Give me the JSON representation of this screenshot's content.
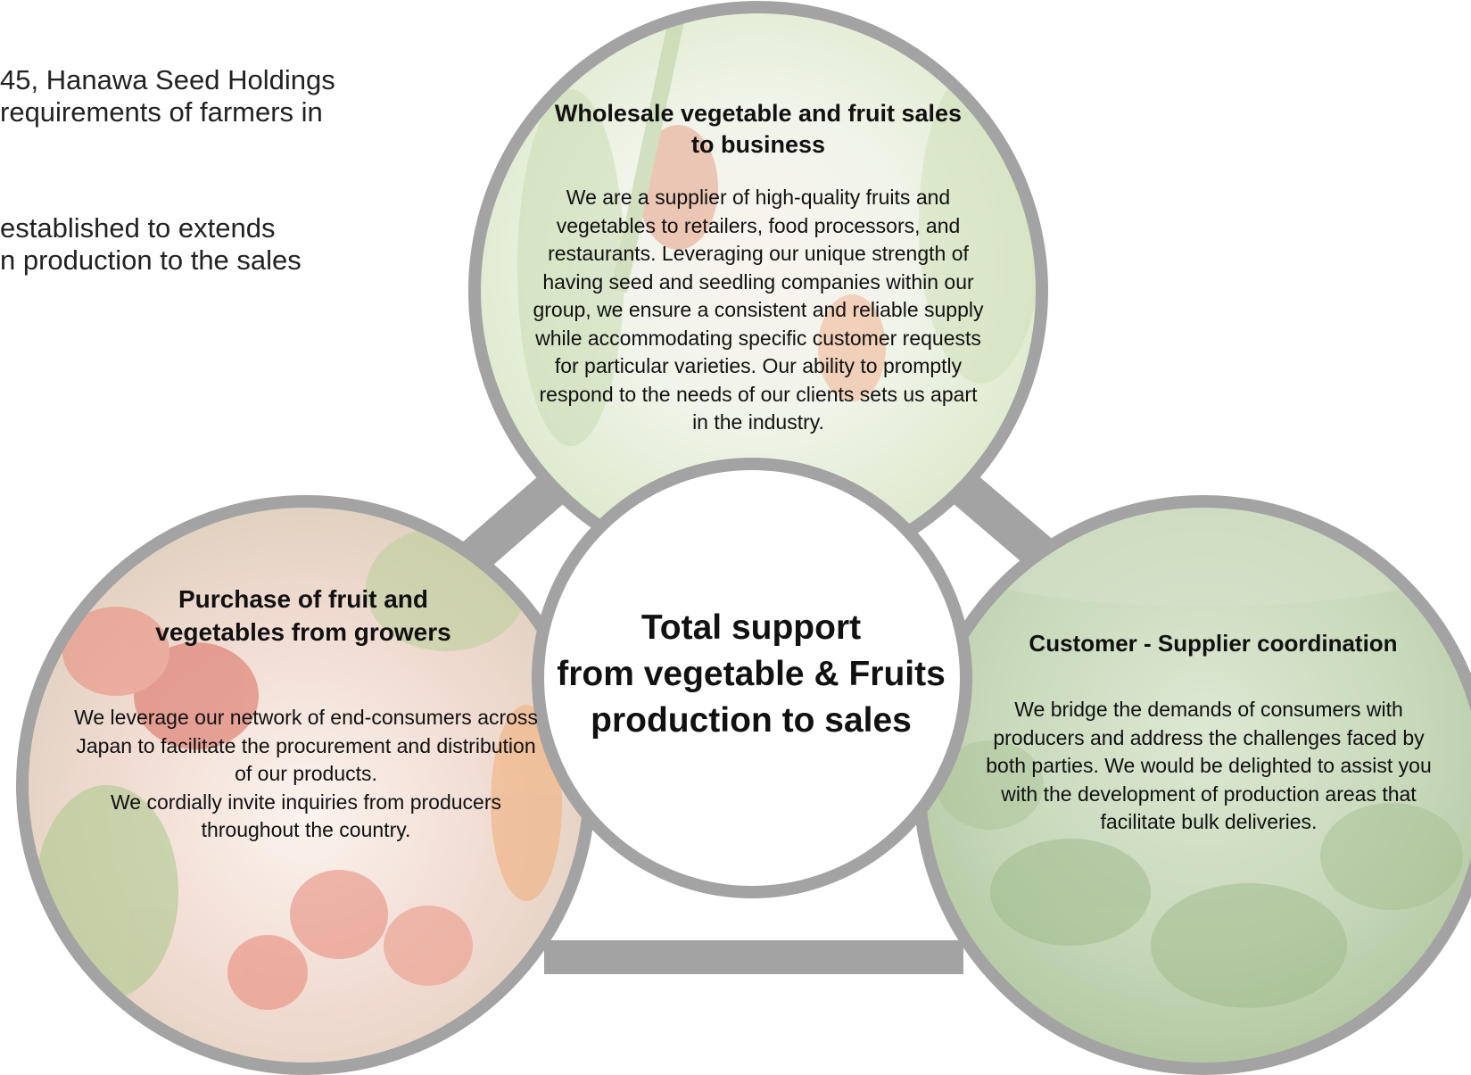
{
  "intro": {
    "line1": "45, Hanawa Seed Holdings",
    "line2": "requirements of farmers in",
    "line3": "established to extends",
    "line4": "n production to the sales"
  },
  "diagram": {
    "center": {
      "line1": "Total support",
      "line2": "from vegetable & Fruits",
      "line3": "production to sales"
    },
    "top": {
      "title": "Wholesale vegetable and fruit sales to business",
      "body": "We are a supplier of high-quality fruits and vegetables to retailers, food processors, and restaurants. Leveraging our unique strength of having seed and seedling companies within our group, we ensure a consistent and reliable supply while accommodating specific customer requests for particular varieties. Our ability to promptly respond to the needs of our clients sets us apart in the industry."
    },
    "left": {
      "title": "Purchase of fruit and vegetables from growers",
      "body_line1": "We leverage our network of end-consumers across Japan to facilitate the procurement and distribution of our products.",
      "body_line2": "We cordially invite inquiries from producers throughout the country."
    },
    "right": {
      "title": "Customer - Supplier coordination",
      "body": "We bridge the demands of consumers with producers and address the challenges faced by both parties. We would be delighted to assist you with the development of production areas that facilitate bulk deliveries."
    }
  },
  "colors": {
    "ring": "#a3a3a3",
    "connector": "#a3a3a3",
    "top_bg_green": "#e3eed3",
    "left_bg_red": "#e9a59e",
    "right_bg_green": "#b9ccaa"
  }
}
